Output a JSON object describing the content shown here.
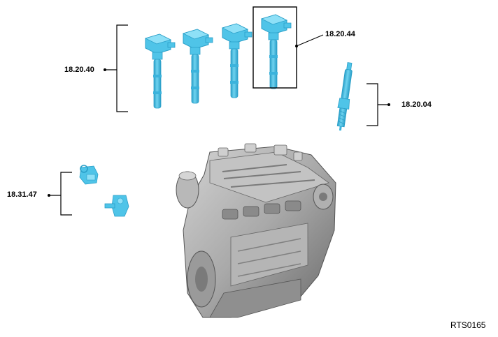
{
  "callouts": {
    "coil_set": "18.20.40",
    "single_coil": "18.20.44",
    "spark_plug": "18.20.04",
    "sensors": "18.31.47"
  },
  "figure_ref": "RTS0165",
  "colors": {
    "part_fill": "#4fc4e8",
    "part_shade": "#2a9fc8",
    "part_highlight": "#8ee0f7",
    "engine_fill": "#a9a9a9",
    "engine_dark": "#6a6a6a",
    "engine_light": "#d2d2d2",
    "line": "#000000"
  }
}
